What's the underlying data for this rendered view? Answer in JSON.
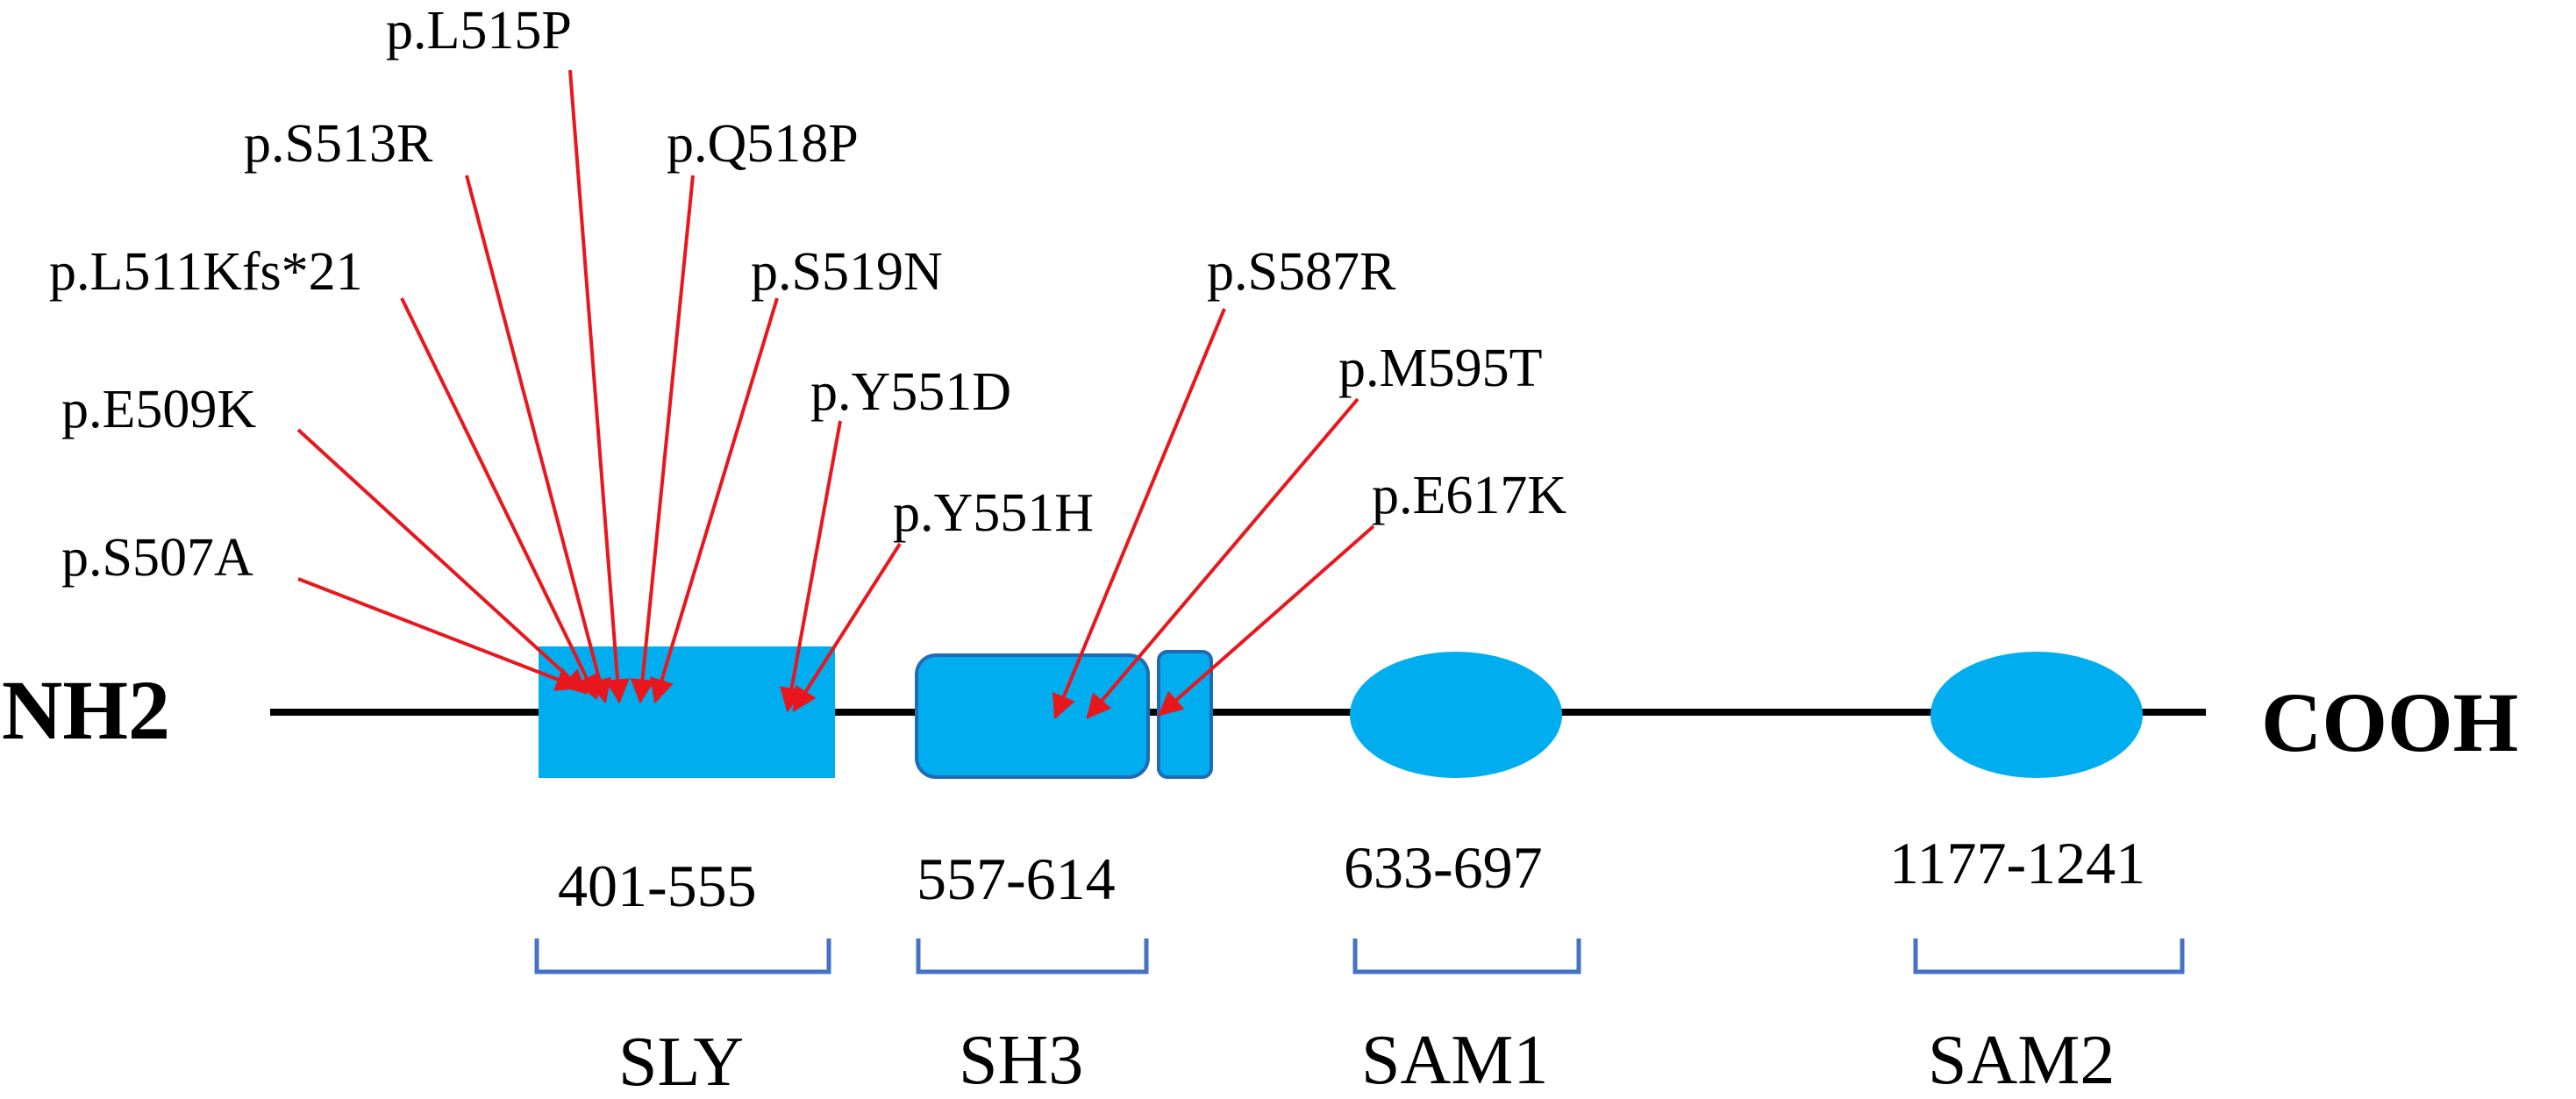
{
  "terminals": {
    "n_label": "NH2",
    "c_label": "COOH"
  },
  "domains": [
    {
      "range": "401-555",
      "name": "SLY",
      "shape": "rect"
    },
    {
      "range": "557-614",
      "name": "SH3",
      "shape": "split-rounded-rect"
    },
    {
      "range": "633-697",
      "name": "SAM1",
      "shape": "ellipse"
    },
    {
      "range": "1177-1241",
      "name": "SAM2",
      "shape": "ellipse"
    }
  ],
  "mutations": [
    "p.L515P",
    "p.S513R",
    "p.Q518P",
    "p.L511Kfs*21",
    "p.S519N",
    "p.S587R",
    "p.M595T",
    "p.Y551D",
    "p.E509K",
    "p.E617K",
    "p.Y551H",
    "p.S507A"
  ],
  "colors": {
    "domain_fill": "#00AEEF",
    "domain_stroke": "#1F6BB5",
    "bracket": "#4472C4",
    "arrow": "#E8171D",
    "backbone": "#000000",
    "text": "#000000"
  }
}
